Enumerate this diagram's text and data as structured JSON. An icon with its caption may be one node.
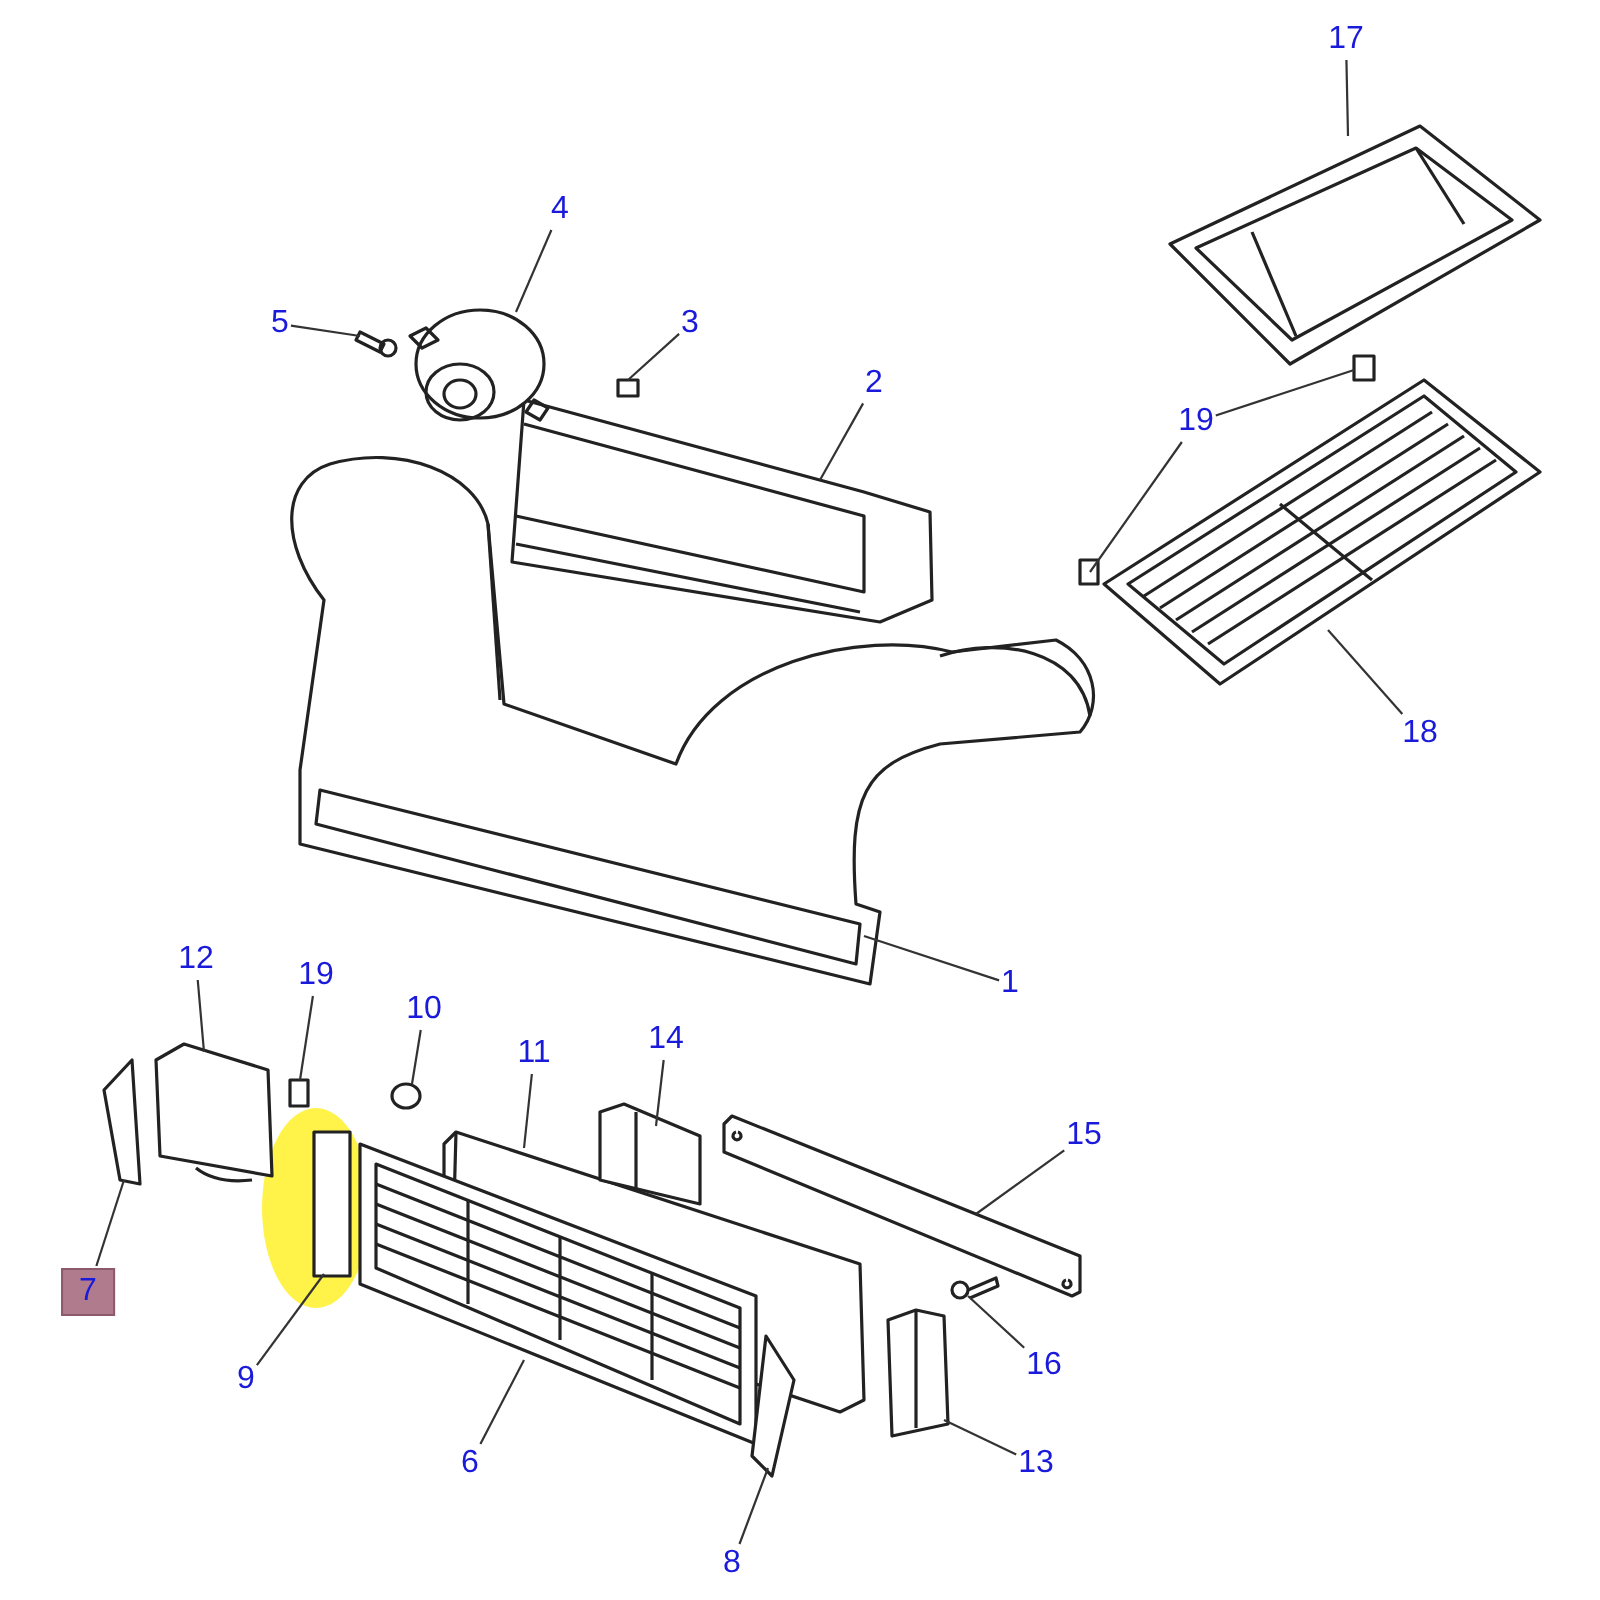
{
  "diagram": {
    "nodes": [
      {
        "text": [
          "4"
        ]
      },
      {
        "text": [
          "5"
        ]
      },
      {
        "text": [
          "3"
        ]
      },
      {
        "text": [
          "2"
        ]
      },
      {
        "text": [
          "17"
        ]
      },
      {
        "text": [
          "19"
        ]
      },
      {
        "text": [
          "18"
        ]
      },
      {
        "text": [
          "1"
        ]
      },
      {
        "text": [
          "12"
        ]
      },
      {
        "text": [
          "19"
        ]
      },
      {
        "text": [
          "10"
        ]
      },
      {
        "text": [
          "11"
        ]
      },
      {
        "text": [
          "14"
        ]
      },
      {
        "text": [
          "15"
        ]
      },
      {
        "text": [
          "7"
        ]
      },
      {
        "text": [
          "16"
        ]
      },
      {
        "text": [
          "9"
        ]
      },
      {
        "text": [
          "13"
        ]
      },
      {
        "text": [
          "6"
        ]
      },
      {
        "text": [
          "8"
        ]
      },
      {
        "text": [],
        "shape": "picture"
      },
      {
        "text": [],
        "shape": "picture"
      },
      {
        "text": [],
        "shape": "box"
      },
      {
        "text": [],
        "shape": "picture"
      },
      {
        "text": [],
        "shape": "picture"
      },
      {
        "text": [],
        "shape": "box"
      },
      {
        "text": [],
        "shape": "box"
      },
      {
        "text": [],
        "shape": "picture"
      },
      {
        "text": [],
        "shape": "picture"
      },
      {
        "text": [],
        "shape": "picture"
      },
      {
        "text": [],
        "shape": "box"
      },
      {
        "text": [],
        "shape": "circle"
      },
      {
        "text": [],
        "shape": "picture"
      },
      {
        "text": [],
        "shape": "picture"
      },
      {
        "text": [],
        "shape": "picture"
      },
      {
        "text": [],
        "shape": "picture"
      },
      {
        "text": [],
        "shape": "picture"
      },
      {
        "text": [],
        "shape": "box"
      },
      {
        "text": [],
        "shape": "picture"
      },
      {
        "text": [],
        "shape": "picture"
      },
      {
        "text": [],
        "shape": "picture"
      }
    ],
    "edges": [
      {
        "from": 0,
        "to": 20,
        "arrow": "none"
      },
      {
        "from": 1,
        "to": 21,
        "arrow": "none"
      },
      {
        "from": 2,
        "to": 22,
        "arrow": "none"
      },
      {
        "from": 3,
        "to": 23,
        "arrow": "none"
      },
      {
        "from": 4,
        "to": 24,
        "arrow": "none"
      },
      {
        "from": 5,
        "to": 25,
        "arrow": "none"
      },
      {
        "from": 5,
        "to": 26,
        "arrow": "none"
      },
      {
        "from": 6,
        "to": 27,
        "arrow": "none"
      },
      {
        "from": 7,
        "to": 28,
        "arrow": "none"
      },
      {
        "from": 8,
        "to": 29,
        "arrow": "none"
      },
      {
        "from": 9,
        "to": 30,
        "arrow": "none"
      },
      {
        "from": 10,
        "to": 31,
        "arrow": "none"
      },
      {
        "from": 11,
        "to": 32,
        "arrow": "none"
      },
      {
        "from": 12,
        "to": 33,
        "arrow": "none"
      },
      {
        "from": 13,
        "to": 34,
        "arrow": "none"
      },
      {
        "from": 14,
        "to": 35,
        "arrow": "none"
      },
      {
        "from": 15,
        "to": 36,
        "arrow": "none"
      },
      {
        "from": 16,
        "to": 37,
        "arrow": "none"
      },
      {
        "from": 17,
        "to": 38,
        "arrow": "none"
      },
      {
        "from": 18,
        "to": 39,
        "arrow": "none"
      },
      {
        "from": 19,
        "to": 40,
        "arrow": "none"
      }
    ]
  }
}
